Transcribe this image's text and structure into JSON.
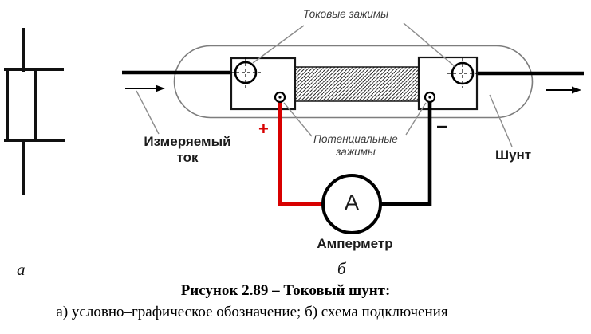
{
  "colors": {
    "wire_positive": "#d80000",
    "wire_negative": "#000000",
    "leader": "#8c8c8c",
    "shunt_body_outline": "#7d7d7d",
    "ink": "#111111"
  },
  "part_a": {
    "label": "а"
  },
  "part_b": {
    "label": "б",
    "current_clamps_label": "Токовые зажимы",
    "potential_clamps_label": "Потенциальные зажимы",
    "measured_current_label": "Измеряемый ток",
    "shunt_label": "Шунт",
    "ammeter_label": "Амперметр",
    "ammeter_symbol": "А",
    "plus_sign": "+",
    "minus_sign": "−"
  },
  "caption": {
    "title": "Рисунок 2.89 – Токовый шунт:",
    "subtitle": "а) условно–графическое обозначение; б) схема подключения"
  }
}
